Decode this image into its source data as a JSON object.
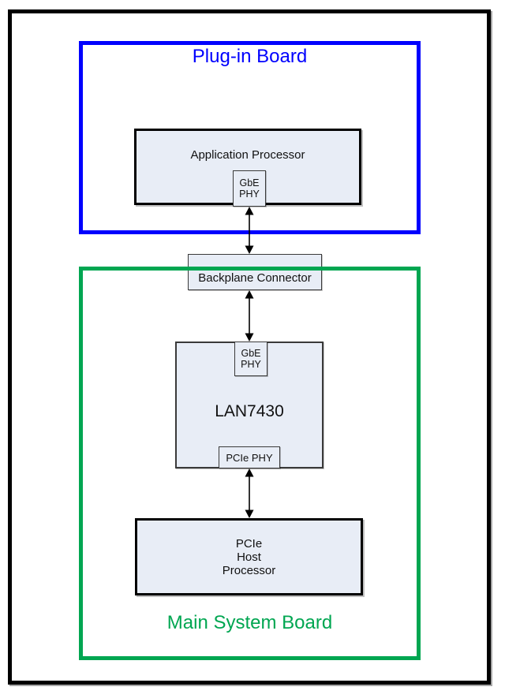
{
  "colors": {
    "board_blue": "#0000FE",
    "board_green": "#00A651",
    "box_fill": "#E8EDF6",
    "frame_black": "#000000"
  },
  "plug_in_board": {
    "label": "Plug-in Board",
    "application_processor": {
      "label": "Application Processor",
      "gbe_phy": {
        "line1": "GbE",
        "line2": "PHY"
      }
    }
  },
  "backplane_connector": {
    "label": "Backplane Connector"
  },
  "main_system_board": {
    "label": "Main System Board",
    "lan7430": {
      "label": "LAN7430",
      "gbe_phy": {
        "line1": "GbE",
        "line2": "PHY"
      },
      "pcie_phy": {
        "label": "PCIe PHY"
      }
    },
    "pcie_host_processor": {
      "line1": "PCIe",
      "line2": "Host",
      "line3": "Processor"
    }
  },
  "connections": [
    {
      "from": "Application Processor GbE PHY",
      "to": "Backplane Connector",
      "type": "bidirectional"
    },
    {
      "from": "Backplane Connector",
      "to": "LAN7430 GbE PHY",
      "type": "bidirectional"
    },
    {
      "from": "LAN7430 PCIe PHY",
      "to": "PCIe Host Processor",
      "type": "bidirectional"
    }
  ]
}
